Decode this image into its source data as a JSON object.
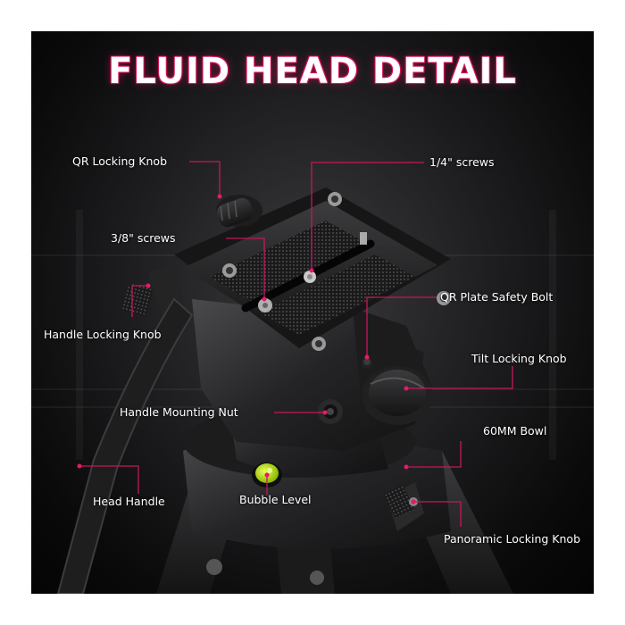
{
  "title": "FLUID HEAD DETAIL",
  "colors": {
    "accent": "#d4145a",
    "background": "#0a0a0b",
    "text": "#ffffff",
    "bubble_level": "#b8e000"
  },
  "callouts": [
    {
      "id": "qr-locking-knob",
      "label": "QR Locking Knob"
    },
    {
      "id": "quarter-inch-screws",
      "label": "1/4\" screws"
    },
    {
      "id": "three-eighths-screws",
      "label": "3/8\" screws"
    },
    {
      "id": "qr-plate-safety-bolt",
      "label": "QR Plate Safety Bolt"
    },
    {
      "id": "handle-locking-knob",
      "label": "Handle Locking Knob"
    },
    {
      "id": "tilt-locking-knob",
      "label": "Tilt Locking Knob"
    },
    {
      "id": "handle-mounting-nut",
      "label": "Handle Mounting Nut"
    },
    {
      "id": "bowl-60mm",
      "label": "60MM Bowl"
    },
    {
      "id": "head-handle",
      "label": "Head Handle"
    },
    {
      "id": "bubble-level",
      "label": "Bubble Level"
    },
    {
      "id": "panoramic-locking-knob",
      "label": "Panoramic Locking Knob"
    }
  ]
}
